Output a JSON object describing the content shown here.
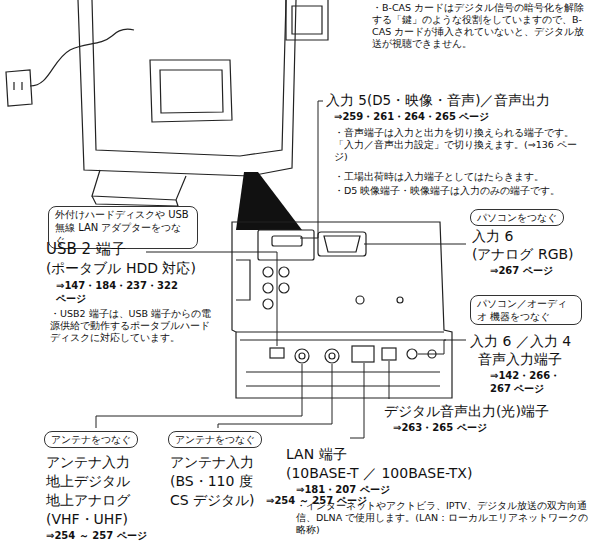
{
  "diagram": {
    "nodes": [
      {
        "text": [
          "外付けハードディスクや USB 無線 LAN アダプターをつなぐ"
        ]
      },
      {
        "text": [
          "パソコンをつなぐ"
        ]
      },
      {
        "text": [
          "パソコン／オーディオ 機器をつなぐ"
        ]
      },
      {
        "text": [
          "アンテナをつなぐ"
        ]
      },
      {
        "text": [
          "アンテナをつなぐ"
        ]
      }
    ],
    "labels": [
      "入力 5(D5・映像・音声)／音声出力",
      "⇒259・261・264・265 ページ",
      "・音声端子は入力と出力を切り換えられる端子です。「入力／音声出力設定」で切り換えます。(⇒136 ページ)",
      "・工場出荷時は入力端子としてはたらきます。",
      "・D5 映像端子・映像端子は入力のみの端子です。",
      "入力 6",
      "(アナログ RGB)",
      "⇒267 ページ",
      "入力 6 ／入力 4",
      "音声入力端子",
      "⇒142・266・267 ページ",
      "デジタル音声出力(光)端子",
      "⇒263・265 ページ",
      "USB 2 端子",
      "(ポータブル HDD 対応)",
      "⇒147・184・237・322 ページ",
      "・USB2 端子は、USB 端子からの電源供給で動作するポータブルハードディスクに対応しています。",
      "LAN 端子",
      "(10BASE-T ／ 100BASE-TX)",
      "⇒181・207 ページ",
      "・インターネットやアクトビラ、IPTV、デジタル放送の双方向通信、DLNA で使用します。(LAN：ローカルエリアネットワークの略称)",
      "アンテナ入力",
      "地上デジタル",
      "地上アナログ",
      "(VHF・UHF)",
      "⇒254 ～ 257 ページ",
      "アンテナ入力",
      "(BS・110 度",
      "CS デジタル)",
      "⇒254 ～ 257 ページ",
      "・B-CAS カードはデジタル信号の暗号化を解除する「鍵」のような役割をしていますので、B-CAS カードが挿入されていないと、デジタル放送が視聴できません。"
    ]
  }
}
